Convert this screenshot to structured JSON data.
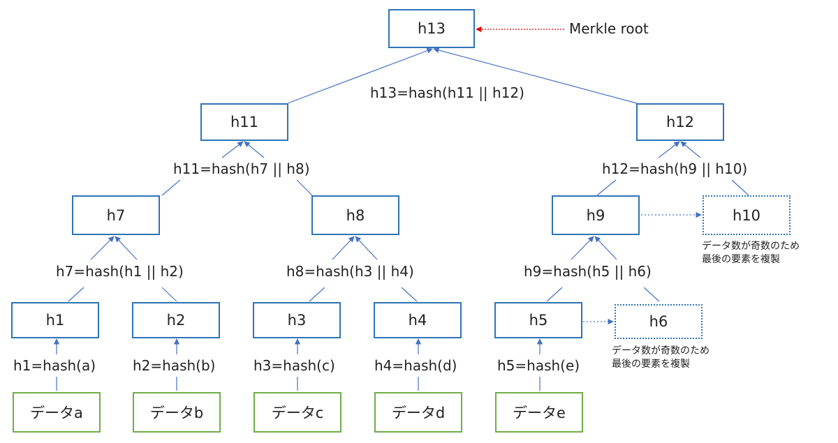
{
  "root_label": "Merkle root",
  "nodes": {
    "h13": "h13",
    "h11": "h11",
    "h12": "h12",
    "h7": "h7",
    "h8": "h8",
    "h9": "h9",
    "h10": "h10",
    "h1": "h1",
    "h2": "h2",
    "h3": "h3",
    "h4": "h4",
    "h5": "h5",
    "h6": "h6"
  },
  "data_blocks": {
    "a": "データa",
    "b": "データb",
    "c": "データc",
    "d": "データd",
    "e": "データe"
  },
  "formulas": {
    "h13": "h13=hash(h11 || h12)",
    "h11": "h11=hash(h7 || h8)",
    "h12": "h12=hash(h9 || h10)",
    "h7": "h7=hash(h1 || h2)",
    "h8": "h8=hash(h3 || h4)",
    "h9": "h9=hash(h5 || h6)",
    "h1": "h1=hash(a)",
    "h2": "h2=hash(b)",
    "h3": "h3=hash(c)",
    "h4": "h4=hash(d)",
    "h5": "h5=hash(e)"
  },
  "notes": {
    "h10": {
      "line1": "データ数が奇数のため",
      "line2": "最後の要素を複製"
    },
    "h6": {
      "line1": "データ数が奇数のため",
      "line2": "最後の要素を複製"
    }
  },
  "colors": {
    "node_border": "#2e74b5",
    "data_border": "#70ad47",
    "root_arrow": "#e00000"
  }
}
